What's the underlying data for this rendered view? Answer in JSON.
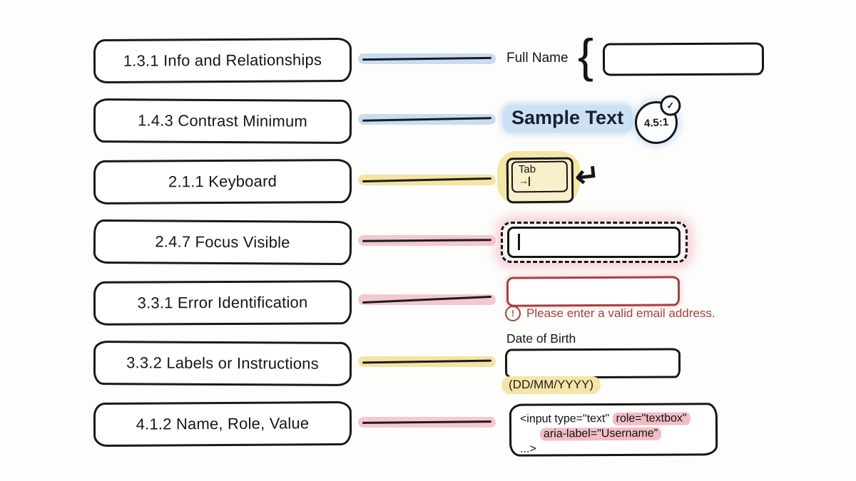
{
  "colors": {
    "ink": "#191919",
    "blue_highlight": "#c8ddf1",
    "yellow_highlight": "#f3e4a4",
    "pink_highlight": "#f4c8cf",
    "sample_highlight": "#cde1f4",
    "key_blob": "#f5e6a7",
    "error_red": "#a54040",
    "code_highlight": "#f3bdc6",
    "hint_highlight": "#f5e6a7"
  },
  "rows": [
    {
      "criterion": "1.3.1 Info and Relationships",
      "connector_color": "#c8ddf1"
    },
    {
      "criterion": "1.4.3 Contrast Minimum",
      "connector_color": "#c8ddf1"
    },
    {
      "criterion": "2.1.1 Keyboard",
      "connector_color": "#f3e4a4"
    },
    {
      "criterion": "2.4.7 Focus Visible",
      "connector_color": "#f4c8cf"
    },
    {
      "criterion": "3.3.1 Error Identification",
      "connector_color": "#f4c8cf"
    },
    {
      "criterion": "3.3.2 Labels or Instructions",
      "connector_color": "#f3e4a4"
    },
    {
      "criterion": "4.1.2 Name, Role, Value",
      "connector_color": "#f4c8cf"
    }
  ],
  "examples": {
    "full_name": {
      "label": "Full Name",
      "brace": "{",
      "input_value": ""
    },
    "contrast": {
      "sample_text": "Sample Text",
      "ratio": "4.5:1",
      "check_icon": "✓"
    },
    "keyboard": {
      "key_label": "Tab",
      "key_symbol": "→|",
      "return_icon": "↵"
    },
    "focus": {
      "caret": "",
      "input_value": ""
    },
    "error": {
      "icon": "!",
      "message": "Please enter a valid email address.",
      "input_value": ""
    },
    "labels": {
      "field_label": "Date of Birth",
      "hint": "(DD/MM/YYYY)",
      "input_value": ""
    },
    "code": {
      "line1_plain": "<input type=\"text\" ",
      "line1_highlight": "role=\"textbox\"",
      "line2_highlight": "aria-label=\"Username\"",
      "line3": "...>"
    }
  }
}
